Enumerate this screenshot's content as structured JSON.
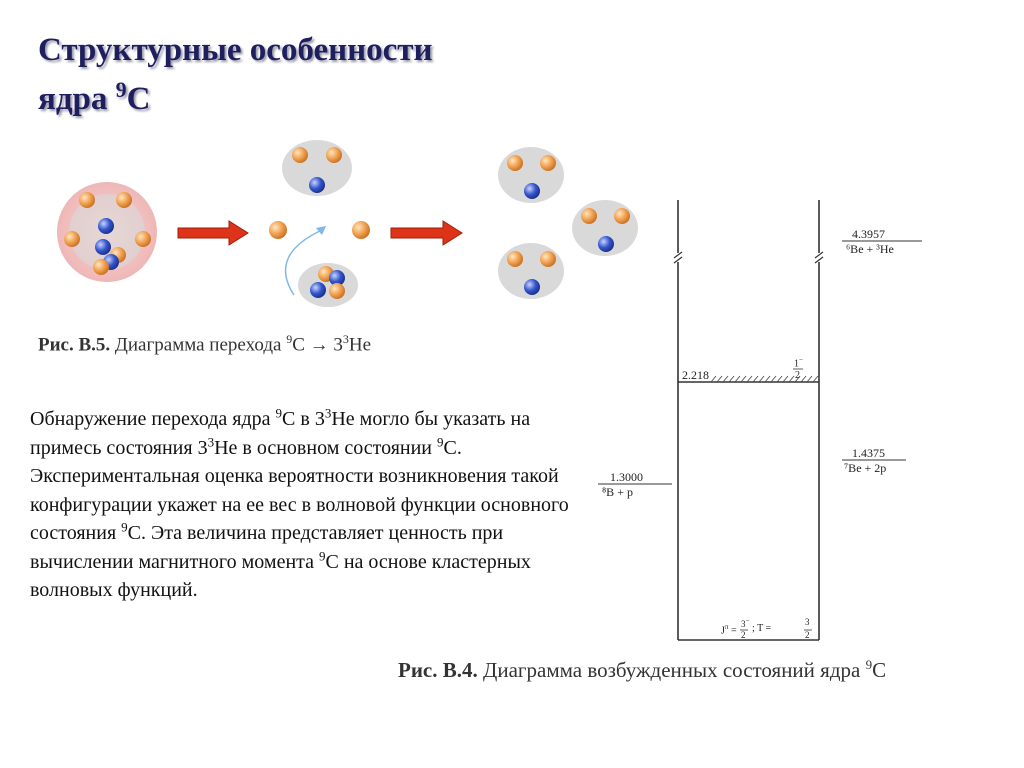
{
  "title": {
    "line1": "Структурные особенности",
    "line2_prefix": "ядра ",
    "line2_sup": "9",
    "line2_suffix": "С"
  },
  "fig5": {
    "caption_label": "Рис. В.5.",
    "caption_text": " Диаграмма перехода ",
    "caption_sup1": "9",
    "caption_mid": "C → 3",
    "caption_sup2": "3",
    "caption_end": "He",
    "colors": {
      "proton": "#f0a050",
      "neutron": "#3355cc",
      "cluster_bg": "#d9d9d9",
      "nucleus_bg": "#f3c9c9",
      "arrow": "#dd3318"
    }
  },
  "body_text": {
    "p1": "Обнаружение перехода ядра ",
    "s1": "9",
    "p2": "С в 3",
    "s2": "3",
    "p3": "Не могло бы указать на примесь состояния 3",
    "s3": "3",
    "p4": "Не в основном состоянии ",
    "s4": "9",
    "p5": "С. Экспериментальная оценка вероятности возникновения такой конфигурации укажет на ее вес в волновой функции основного состояния ",
    "s5": "9",
    "p6": "С. Эта величина представляет ценность при вычислении магнитного момента ",
    "s6": "9",
    "p7": "С на основе кластерных волновых функций."
  },
  "level_diagram": {
    "thresholds": [
      {
        "energy": "4.3957",
        "channel": "⁶Be + ³He"
      },
      {
        "energy": "1.4375",
        "channel": "⁷Be + 2p"
      },
      {
        "energy": "1.3000",
        "channel": "⁸B + p"
      }
    ],
    "state": {
      "energy": "2.218",
      "spin_num": "1",
      "spin_parity": "−",
      "spin_den": "2"
    },
    "ground": {
      "label": "J",
      "parity": "π",
      "eq": " = ",
      "j_num": "3",
      "j_parity": "−",
      "j_den": "2",
      "sep": " ; T = ",
      "t_num": "3",
      "t_den": "2"
    }
  },
  "fig4": {
    "caption_label": "Рис. В.4.",
    "caption_text": " Диаграмма возбужденных состояний ядра ",
    "caption_sup": "9",
    "caption_end": "C"
  }
}
